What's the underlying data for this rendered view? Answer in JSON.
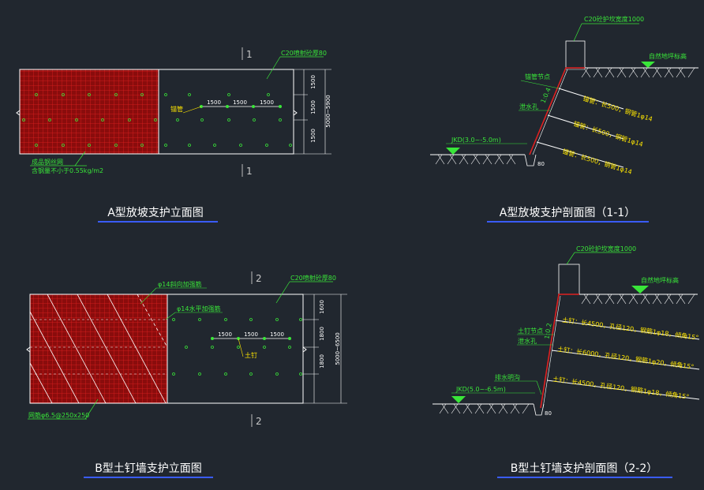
{
  "colors": {
    "background": "#21272f",
    "line": "#ffffff",
    "mesh": "#d01818",
    "green": "#39e639",
    "yellow": "#ffe600",
    "title_underline": "#3a5cff"
  },
  "panel_a_elev": {
    "title": "A型放坡支护立面图",
    "section_mark": "1",
    "concrete_label": "C20喷射砼厚80",
    "anchor_label": "锚管",
    "spacing": [
      "1500",
      "1500",
      "1500"
    ],
    "height_dims": [
      "1500",
      "1500",
      "1500"
    ],
    "total_height": "5000~5900",
    "mesh_label_1": "成品钢丝网",
    "mesh_label_2": "含钢量不小于0.55kg/m2"
  },
  "panel_a_sect": {
    "title": "A型放坡支护剖面图（1-1）",
    "top_label": "C20砼护坎宽度1000",
    "ground_label": "自然地坪标高",
    "slope_ratio": "1:0.4",
    "node_label": "锚管节点",
    "drain_label": "泄水孔",
    "anchor_1": "锚管：长500，钢管1φ14",
    "anchor_2": "锚管：长500，钢管1φ14",
    "anchor_3": "锚管：长500，钢管1φ14",
    "depth_label": "JKD(3.0~-5.0m)",
    "bottom_dim": "80"
  },
  "panel_b_elev": {
    "title": "B型土钉墙支护立面图",
    "section_mark": "2",
    "concrete_label": "C20喷射砼厚80",
    "rebar_label_1": "φ14斜向加强筋",
    "rebar_label_2": "φ14水平加强筋",
    "nail_label": "土钉",
    "spacing": [
      "1500",
      "1500",
      "1500"
    ],
    "height_dims": [
      "1600",
      "1800",
      "1800"
    ],
    "total_height": "5000~6500",
    "mesh_label": "网筋φ6.5@250x250"
  },
  "panel_b_sect": {
    "title": "B型土钉墙支护剖面图（2-2）",
    "top_label": "C20砼护坎宽度1000",
    "ground_label": "自然地坪标高",
    "slope_ratio": "1:0.2",
    "node_label": "土钉节点",
    "drain_label": "泄水孔",
    "nail_1": "土钉：长4500，孔径120，钢筋1φ18，倾角15°",
    "nail_2": "土钉：长6000，孔径120，钢筋1φ20，倾角15°",
    "nail_3": "土钉：长4500，孔径120，钢筋1φ18，倾角15°",
    "ditch_label": "排水明沟",
    "depth_label": "JKD(5.0~-6.5m)",
    "bottom_dim": "80"
  }
}
